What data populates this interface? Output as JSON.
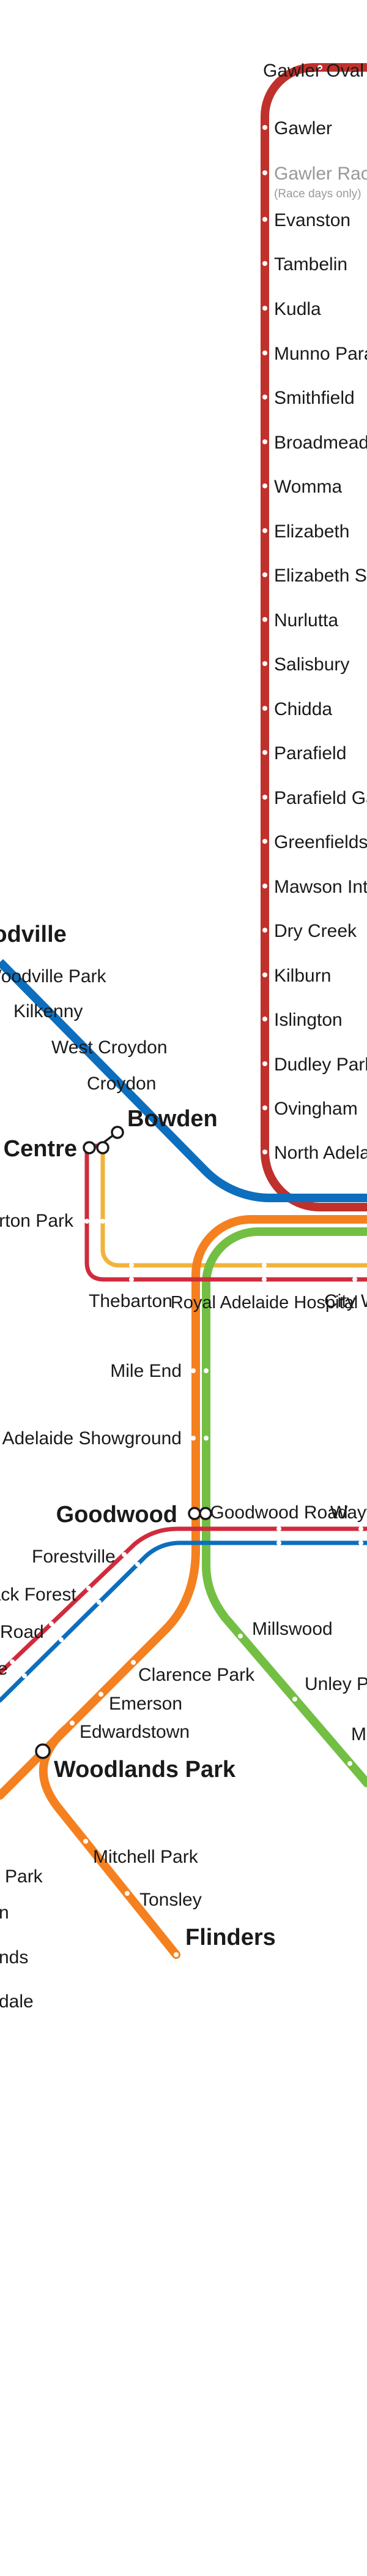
{
  "lines": {
    "gawler": {
      "color": "#C0312C"
    },
    "outer_harbor": {
      "color": "#0D6EBE"
    },
    "grange": {
      "color": "#F2B33A"
    },
    "seaford": {
      "color": "#F58020"
    },
    "belair": {
      "color": "#73BF43"
    },
    "south_red": {
      "color": "#D02B3C"
    }
  },
  "stations": {
    "gawler_oval": "Gawler Oval",
    "gawler": "Gawler",
    "gawler_racecourse": "Gawler Racecourse",
    "race_days_only": "(Race days only)",
    "evanston": "Evanston",
    "tambelin": "Tambelin",
    "kudla": "Kudla",
    "munno_para": "Munno Para",
    "smithfield": "Smithfield",
    "broadmeadows": "Broadmeadows",
    "womma": "Womma",
    "elizabeth": "Elizabeth",
    "elizabeth_south": "Elizabeth South",
    "nurlutta": "Nurlutta",
    "salisbury": "Salisbury",
    "chidda": "Chidda",
    "parafield": "Parafield",
    "parafield_gardens": "Parafield Gardens",
    "greenfields": "Greenfields",
    "mawson_interchange": "Mawson Interchange",
    "dry_creek": "Dry Creek",
    "kilburn": "Kilburn",
    "islington": "Islington",
    "dudley_park": "Dudley Park",
    "ovingham": "Ovingham",
    "north_adelaide": "North Adelaide",
    "woodville": "Woodville",
    "woodville_park": "Woodville Park",
    "kilkenny": "Kilkenny",
    "west_croydon": "West Croydon",
    "croydon": "Croydon",
    "bowden": "Bowden",
    "entertainment_centre": "Entertainment Centre",
    "thebarton_tram": "Hindmarsh / Thebarton Park",
    "thebarton": "Thebarton",
    "royal_adelaide_hospital": "Royal Adelaide Hospital",
    "city_west": "City West",
    "mile_end": "Mile End",
    "adelaide_showground": "Adelaide Showground",
    "goodwood": "Goodwood",
    "goodwood_road": "Goodwood Road",
    "wayville": "Wayville",
    "forestville": "Forestville",
    "black_forest": "Black Forest",
    "road": "Road",
    "millswood": "Millswood",
    "unley_park": "Unley Park",
    "mitcham": "Mitcham",
    "clarence_park": "Clarence Park",
    "emerson": "Emerson",
    "edwardstown": "Edwardstown",
    "woodlands_park": "Woodlands Park",
    "mitchell_park": "Mitchell Park",
    "tonsley": "Tonsley",
    "flinders": "Flinders",
    "park": "Park",
    "n": "n",
    "nds": "nds",
    "dale": "dale",
    "e": "e"
  }
}
